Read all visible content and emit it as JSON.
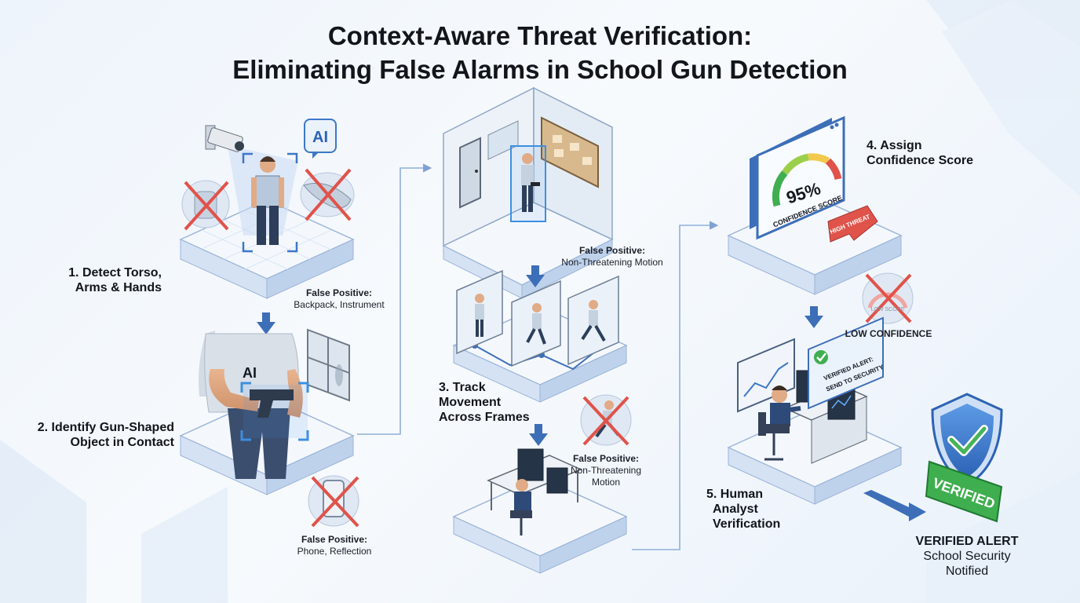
{
  "title": {
    "line1": "Context-Aware Threat Verification:",
    "line2": "Eliminating False Alarms in School Gun Detection"
  },
  "steps": {
    "s1": {
      "line1": "1. Detect Torso,",
      "line2": "Arms & Hands"
    },
    "s2": {
      "line1": "2. Identify Gun-Shaped",
      "line2": "Object in Contact"
    },
    "s3": {
      "line1": "3. Track",
      "line2": "Movement",
      "line3": "Across Frames"
    },
    "s4": {
      "line1": "4. Assign",
      "line2": "Confidence Score"
    },
    "s5": {
      "line1": "5. Human",
      "line2": "Analyst",
      "line3": "Verification"
    }
  },
  "false_positives": {
    "fp1": {
      "label": "False Positive:",
      "detail": "Backpack, Instrument"
    },
    "fp2": {
      "label": "False Positive:",
      "detail": "Phone, Reflection"
    },
    "fp3": {
      "label": "False Positive:",
      "detail": "Non-Threatening Motion"
    },
    "fp4": {
      "label": "False Positive:",
      "detail1": "Non-Threatening",
      "detail2": "Motion"
    }
  },
  "ai_labels": {
    "badge": "AI",
    "gun": "AI"
  },
  "gauge": {
    "value": "95%",
    "caption": "CONFIDENCE SCORE",
    "tag": "HIGH THREAT"
  },
  "low_confidence": {
    "mini_label": "LOW SCORE",
    "label": "LOW CONFIDENCE"
  },
  "speech": {
    "line1": "VERIFIED ALERT:",
    "line2": "SEND TO SECURITY"
  },
  "verified_badge": "VERIFIED",
  "outcome": {
    "title": "VERIFIED ALERT",
    "line1": "School Security",
    "line2": "Notified"
  },
  "colors": {
    "accent": "#3d78c8",
    "danger": "#e0534a",
    "success": "#3fae4f",
    "platform": "#f4f8fd",
    "platform_edge": "#9cb4d8"
  }
}
